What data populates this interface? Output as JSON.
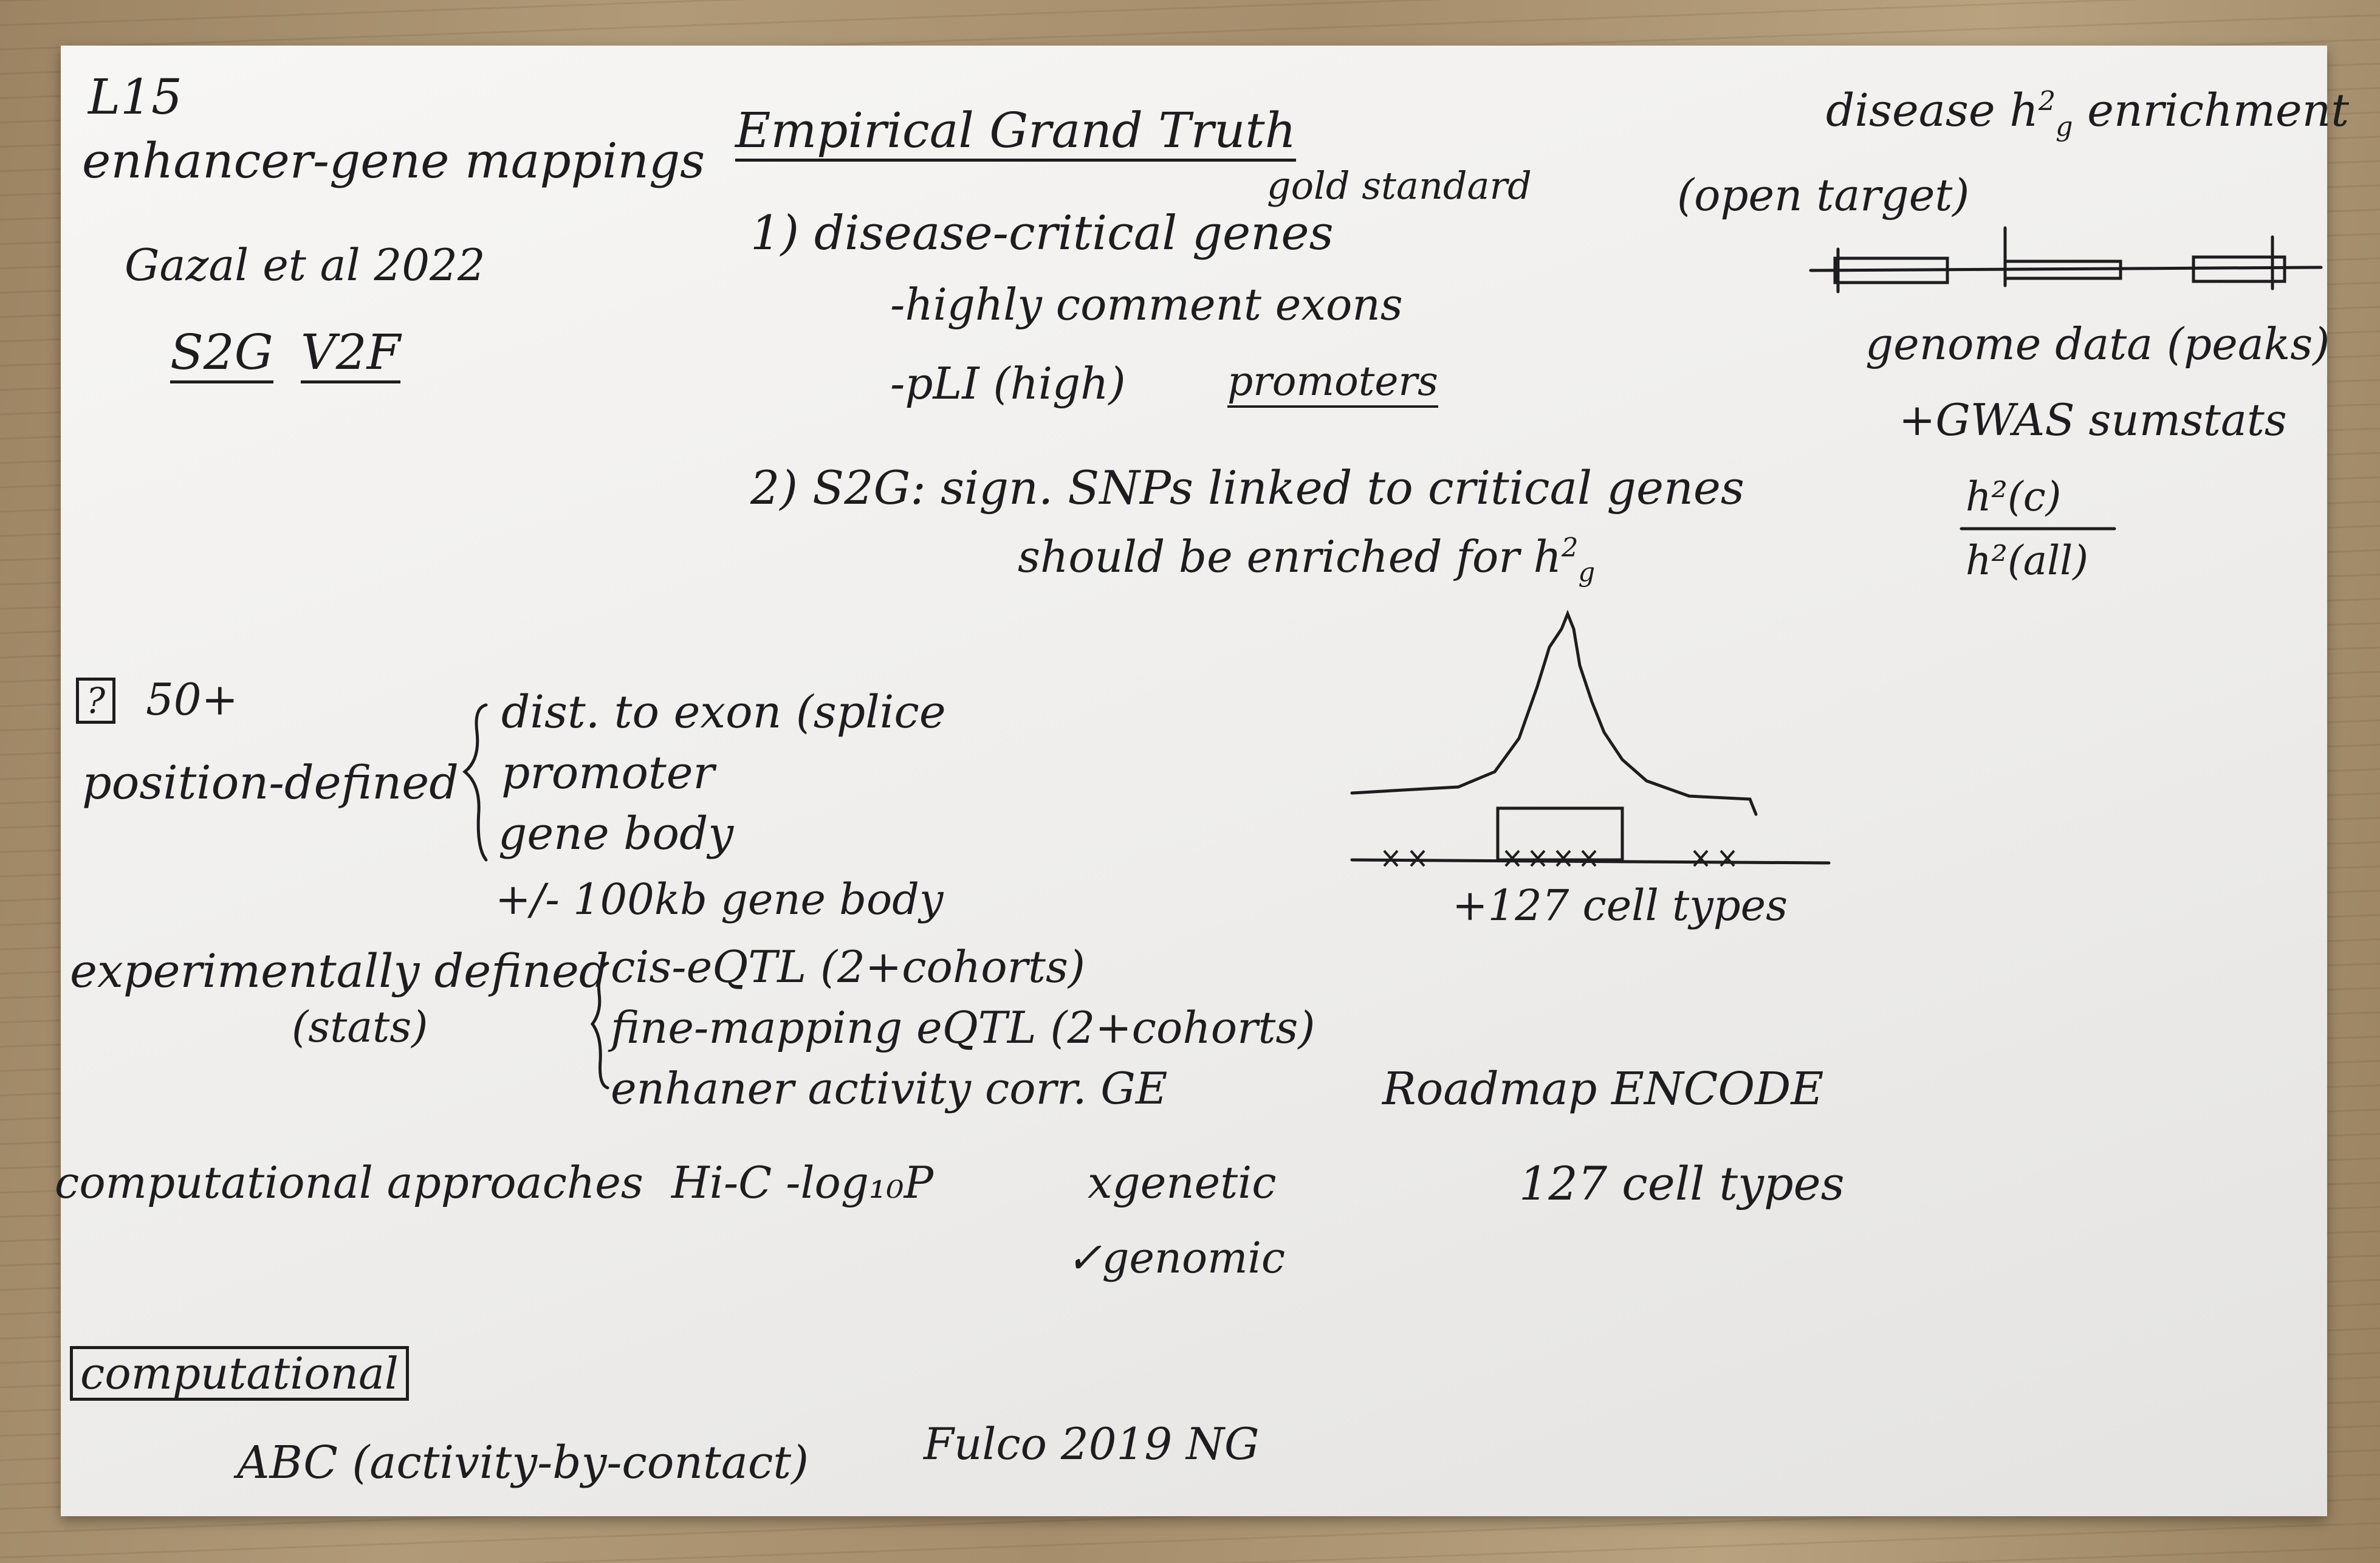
{
  "header": {
    "lecture": "L15",
    "topic": "enhancer-gene mappings",
    "reference": "Gazal et al 2022",
    "method_s2g": "S2G",
    "method_v2f": "V2F"
  },
  "center": {
    "title": "Empirical Grand Truth",
    "gold_standard": "gold standard",
    "item1": "1) disease-critical genes",
    "item1a": "-highly comment exons",
    "item1b": "-pLI (high)",
    "item1c": "promoters",
    "item2": "2) S2G: sign. SNPs linked to critical genes",
    "item2b": "should be enriched for",
    "h2g_h": "h",
    "h2g_sup": "2",
    "h2g_sub": "g"
  },
  "right": {
    "title_pre": "disease",
    "title_post": "enrichment",
    "open_target": "(open target)",
    "genome_data": "genome data (peaks)",
    "gwas": "+GWAS sumstats",
    "numerator": "h²(c)",
    "denominator": "h²(all)"
  },
  "middle": {
    "marker": "?",
    "count": "50+",
    "position_defined": "position-defined",
    "pos_items": [
      "dist. to exon (splice",
      "promoter",
      "gene body",
      "+/- 100kb gene body"
    ],
    "peak_label": "+127 cell types",
    "experimentally_defined": "experimentally defined",
    "stats": "(stats)",
    "exp_items": [
      "cis-eQTL (2+cohorts)",
      "fine-mapping eQTL (2+cohorts)",
      "enhaner activity corr. GE"
    ],
    "roadmap": "Roadmap ENCODE",
    "computational_approaches": "computational approaches",
    "hic": "Hi-C -log₁₀P",
    "genetic": "xgenetic",
    "genomic": "✓genomic",
    "cell_types": "127 cell types"
  },
  "bottom": {
    "section": "computational",
    "abc": "ABC (activity-by-contact)",
    "fulco": "Fulco 2019 NG"
  }
}
